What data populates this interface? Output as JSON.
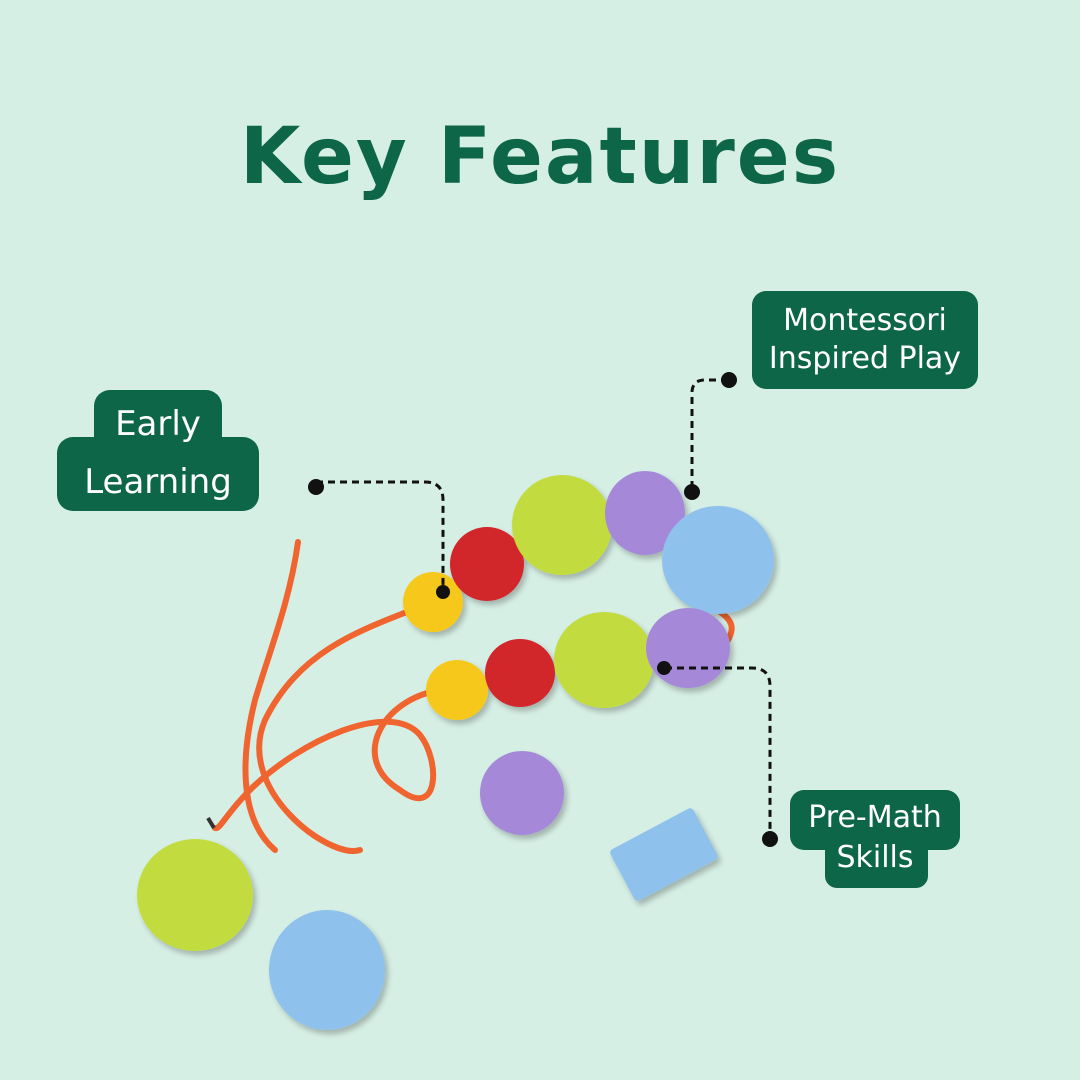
{
  "title": "Key Features",
  "features": [
    {
      "id": "early-learning",
      "lines": [
        "Early",
        "Learning"
      ]
    },
    {
      "id": "montessori",
      "lines": [
        "Montessori",
        "Inspired Play"
      ]
    },
    {
      "id": "pre-math",
      "lines": [
        "Pre-Math",
        "Skills"
      ]
    }
  ],
  "colors": {
    "background": "#d6efe5",
    "brand_green": "#0e6648",
    "bead_yellow": "#f6c81c",
    "bead_red": "#d1272a",
    "bead_lime": "#c2dc3f",
    "bead_purple": "#a589d8",
    "bead_blue": "#8ec1ec",
    "string_orange": "#f0652f"
  }
}
